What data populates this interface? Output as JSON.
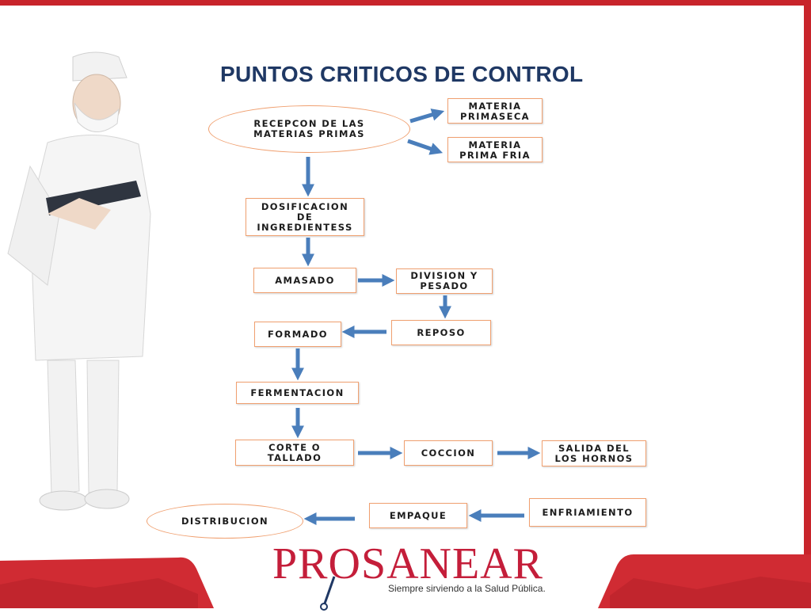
{
  "title": "PUNTOS CRITICOS DE CONTROL",
  "colors": {
    "accent_red": "#c8242b",
    "title_blue": "#1f3864",
    "arrow_blue": "#4a7ebb",
    "box_border": "#f0a070"
  },
  "nodes": {
    "recepcion": "RECEPCON DE LAS\nMATERIAS PRIMAS",
    "materia_primaseca": "MATERIA\nPRIMASECA",
    "materia_prima_fria": "MATERIA\nPRIMA FRIA",
    "dosificacion": "DOSIFICACION\nDE\nINGREDIENTESS",
    "amasado": "AMASADO",
    "division_pesado": "DIVISION Y\nPESADO",
    "reposo": "REPOSO",
    "formado": "FORMADO",
    "fermentacion": "FERMENTACION",
    "corte_tallado": "CORTE O\nTALLADO",
    "coccion": "COCCION",
    "salida_hornos": "SALIDA DEL\nLOS HORNOS",
    "enfriamiento": "ENFRIAMIENTO",
    "empaque": "EMPAQUE",
    "distribucion": "DISTRIBUCION"
  },
  "edges": [
    [
      "recepcion",
      "materia_primaseca"
    ],
    [
      "recepcion",
      "materia_prima_fria"
    ],
    [
      "recepcion",
      "dosificacion"
    ],
    [
      "dosificacion",
      "amasado"
    ],
    [
      "amasado",
      "division_pesado"
    ],
    [
      "division_pesado",
      "reposo"
    ],
    [
      "reposo",
      "formado"
    ],
    [
      "formado",
      "fermentacion"
    ],
    [
      "fermentacion",
      "corte_tallado"
    ],
    [
      "corte_tallado",
      "coccion"
    ],
    [
      "coccion",
      "salida_hornos"
    ],
    [
      "enfriamiento",
      "empaque"
    ],
    [
      "empaque",
      "distribucion"
    ]
  ],
  "logo": {
    "name": "PROSANEAR",
    "tagline": "Siempre sirviendo a la Salud Pública."
  },
  "illustration": "worker-with-clipboard"
}
